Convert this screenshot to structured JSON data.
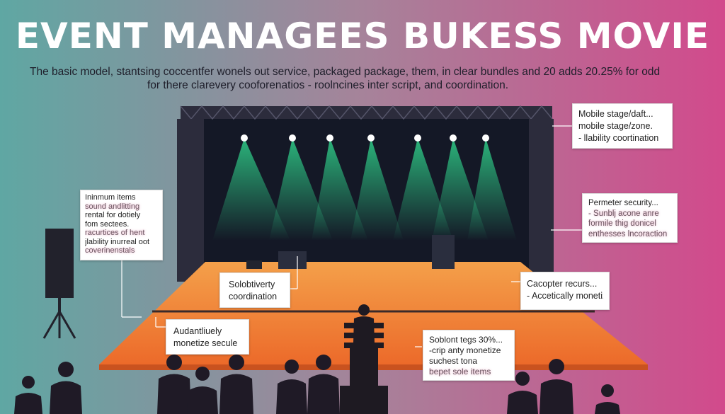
{
  "title": "EVENT MANAGEES BUKESS MOVIE",
  "subtitle_line1": "The basic model, stantsing coccentfer wonels out service, packaged package, them, in clear bundles and 20 adds 20.25% for odd",
  "subtitle_line2": "for there clarevery cooforenatios - roolncines inter script, and coordination.",
  "colors": {
    "bg_left": "#5fa7a3",
    "bg_mid": "#a6839a",
    "bg_right": "#d24a8c",
    "stage_orange": "#f07a2e",
    "spotlight": "#2fd08a",
    "truss": "#2c2c3c"
  },
  "callouts": {
    "top_right": [
      "Mobile stage/daft...",
      "mobile stage/zone.",
      "- llability coortination"
    ],
    "left": [
      "Ininmum items",
      "sound andlitting",
      "rental for dotiely",
      "fom sectees.",
      "racurtices of hent",
      "jlability inurreal oot",
      "coverinenstals"
    ],
    "mid_right": [
      "Permeter security...",
      "- Sunblj acone anre",
      "formile thig donicel",
      "enthesses lncoraction"
    ],
    "center": [
      "Solobtiverty",
      "coordination"
    ],
    "right_lower": [
      "Cacopter recurs...",
      "- Accetically monetize"
    ],
    "bottom_left": [
      "Audantliuely",
      "monetize secule"
    ],
    "bottom_right": [
      "Soblont tegs 30%...",
      "-crip anty monetize",
      "suchest tona",
      "bepet sole items"
    ]
  }
}
